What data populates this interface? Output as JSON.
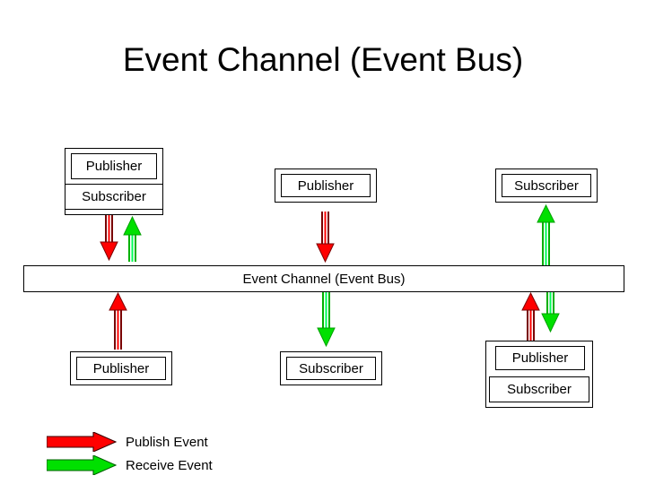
{
  "page": {
    "title": "Event Channel (Event Bus)",
    "background": "#ffffff",
    "text_color": "#000000"
  },
  "colors": {
    "publish_arrow": "#ff0000",
    "receive_arrow": "#00e000",
    "publish_arrow_stripe": "#7a0000",
    "receive_arrow_stripe": "#00ff55",
    "box_border": "#000000",
    "box_fill": "#ffffff"
  },
  "channel": {
    "label": "Event Channel (Event Bus)"
  },
  "top_row": {
    "nodes": [
      {
        "id": "top-left-composite",
        "type": "composite",
        "labels": [
          "Publisher",
          "Subscriber"
        ]
      },
      {
        "id": "top-middle-publisher",
        "type": "single",
        "labels": [
          "Publisher"
        ]
      },
      {
        "id": "top-right-subscriber",
        "type": "single",
        "labels": [
          "Subscriber"
        ]
      }
    ]
  },
  "bottom_row": {
    "nodes": [
      {
        "id": "bottom-left-publisher",
        "type": "single",
        "labels": [
          "Publisher"
        ]
      },
      {
        "id": "bottom-middle-subscriber",
        "type": "single",
        "labels": [
          "Subscriber"
        ]
      },
      {
        "id": "bottom-right-composite",
        "type": "composite",
        "labels": [
          "Publisher",
          "Subscriber"
        ]
      }
    ]
  },
  "arrows": [
    {
      "id": "top-left-publish",
      "direction": "down",
      "kind": "publish"
    },
    {
      "id": "top-left-receive",
      "direction": "up",
      "kind": "receive"
    },
    {
      "id": "top-middle-publish",
      "direction": "down",
      "kind": "publish"
    },
    {
      "id": "top-right-receive",
      "direction": "up",
      "kind": "receive"
    },
    {
      "id": "bottom-left-publish",
      "direction": "up",
      "kind": "publish"
    },
    {
      "id": "bottom-middle-receive",
      "direction": "down",
      "kind": "receive"
    },
    {
      "id": "bottom-right-publish",
      "direction": "up",
      "kind": "publish"
    },
    {
      "id": "bottom-right-receive",
      "direction": "down",
      "kind": "receive"
    }
  ],
  "legend": {
    "items": [
      {
        "label": "Publish Event",
        "color": "#ff0000"
      },
      {
        "label": "Receive Event",
        "color": "#00e000"
      }
    ]
  }
}
